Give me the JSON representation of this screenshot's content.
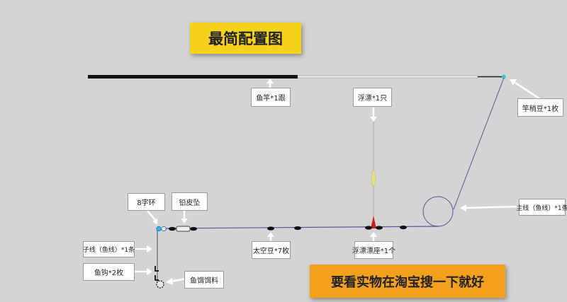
{
  "title": "最简配置图",
  "hint": "要看实物在淘宝搜一下就好",
  "labels": {
    "rod": "鱼竿*1跟",
    "rod_tip_bead": "竿稍豆*1枚",
    "float": "浮漂*1只",
    "eight_ring": "8字环",
    "lead_sinker": "铅皮坠",
    "main_line": "主线（鱼线）*1条",
    "sub_line": "子线（鱼线）*1条",
    "hook": "鱼钩*2枚",
    "bait": "鱼饵饵料",
    "space_beans": "太空豆*7枚",
    "float_seat": "浮漂漂座*1个"
  },
  "colors": {
    "background": "#d4d4d4",
    "title_bg": "#f5d31d",
    "hint_bg": "#f2a01e",
    "line": "#6a4f9c",
    "float_body": "#e8e07a",
    "float_tip": "#cc1f1f",
    "bead": "#111111",
    "connector": "#33b4e8"
  }
}
